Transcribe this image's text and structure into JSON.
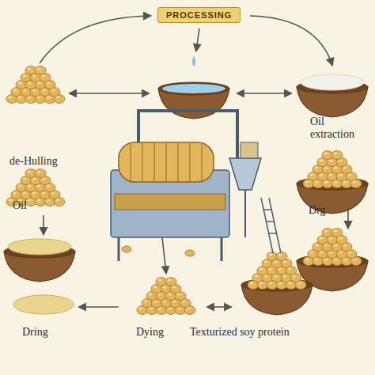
{
  "diagram": {
    "nodes": [
      {
        "text": [
          "PROCESSING"
        ]
      }
    ],
    "labels": [
      "de-Hulling",
      "Oil extraction",
      "Oil",
      "Drg",
      "Dring",
      "Dying",
      "Texturized soy protein"
    ]
  }
}
